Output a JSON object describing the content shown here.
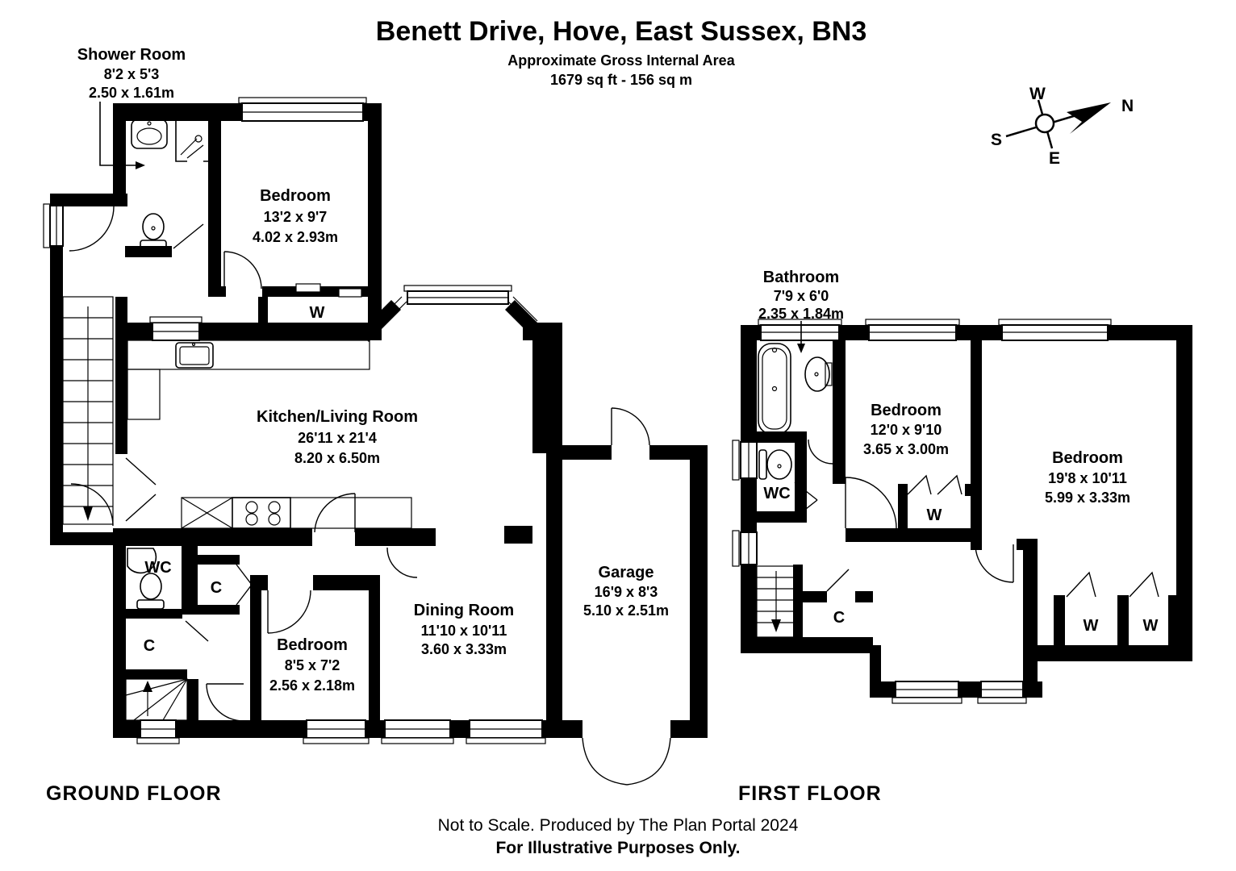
{
  "title_block": {
    "title": "Benett Drive, Hove, East Sussex, BN3",
    "subtitle": "Approximate Gross Internal Area",
    "area": "1679 sq ft - 156 sq m"
  },
  "compass": {
    "n": "N",
    "s": "S",
    "e": "E",
    "w": "W"
  },
  "labels": {
    "wardrobe": "W",
    "cupboard": "C",
    "wc": "WC"
  },
  "floors": {
    "ground": {
      "label": "GROUND FLOOR",
      "rooms": {
        "shower": {
          "name": "Shower Room",
          "imperial": "8'2 x 5'3",
          "metric": "2.50 x 1.61m"
        },
        "bedroom1": {
          "name": "Bedroom",
          "imperial": "13'2 x 9'7",
          "metric": "4.02 x 2.93m"
        },
        "kitchen": {
          "name": "Kitchen/Living Room",
          "imperial": "26'11 x 21'4",
          "metric": "8.20 x 6.50m"
        },
        "dining": {
          "name": "Dining Room",
          "imperial": "11'10 x 10'11",
          "metric": "3.60 x 3.33m"
        },
        "bedroom2": {
          "name": "Bedroom",
          "imperial": "8'5 x 7'2",
          "metric": "2.56 x 2.18m"
        },
        "garage": {
          "name": "Garage",
          "imperial": "16'9 x 8'3",
          "metric": "5.10 x 2.51m"
        }
      }
    },
    "first": {
      "label": "FIRST FLOOR",
      "rooms": {
        "bathroom": {
          "name": "Bathroom",
          "imperial": "7'9 x 6'0",
          "metric": "2.35 x 1.84m"
        },
        "bedroom1": {
          "name": "Bedroom",
          "imperial": "12'0 x 9'10",
          "metric": "3.65 x 3.00m"
        },
        "bedroom2": {
          "name": "Bedroom",
          "imperial": "19'8 x 10'11",
          "metric": "5.99 x 3.33m"
        }
      }
    }
  },
  "footer": {
    "line1": "Not to Scale. Produced by The Plan Portal 2024",
    "line2": "For Illustrative Purposes Only."
  }
}
